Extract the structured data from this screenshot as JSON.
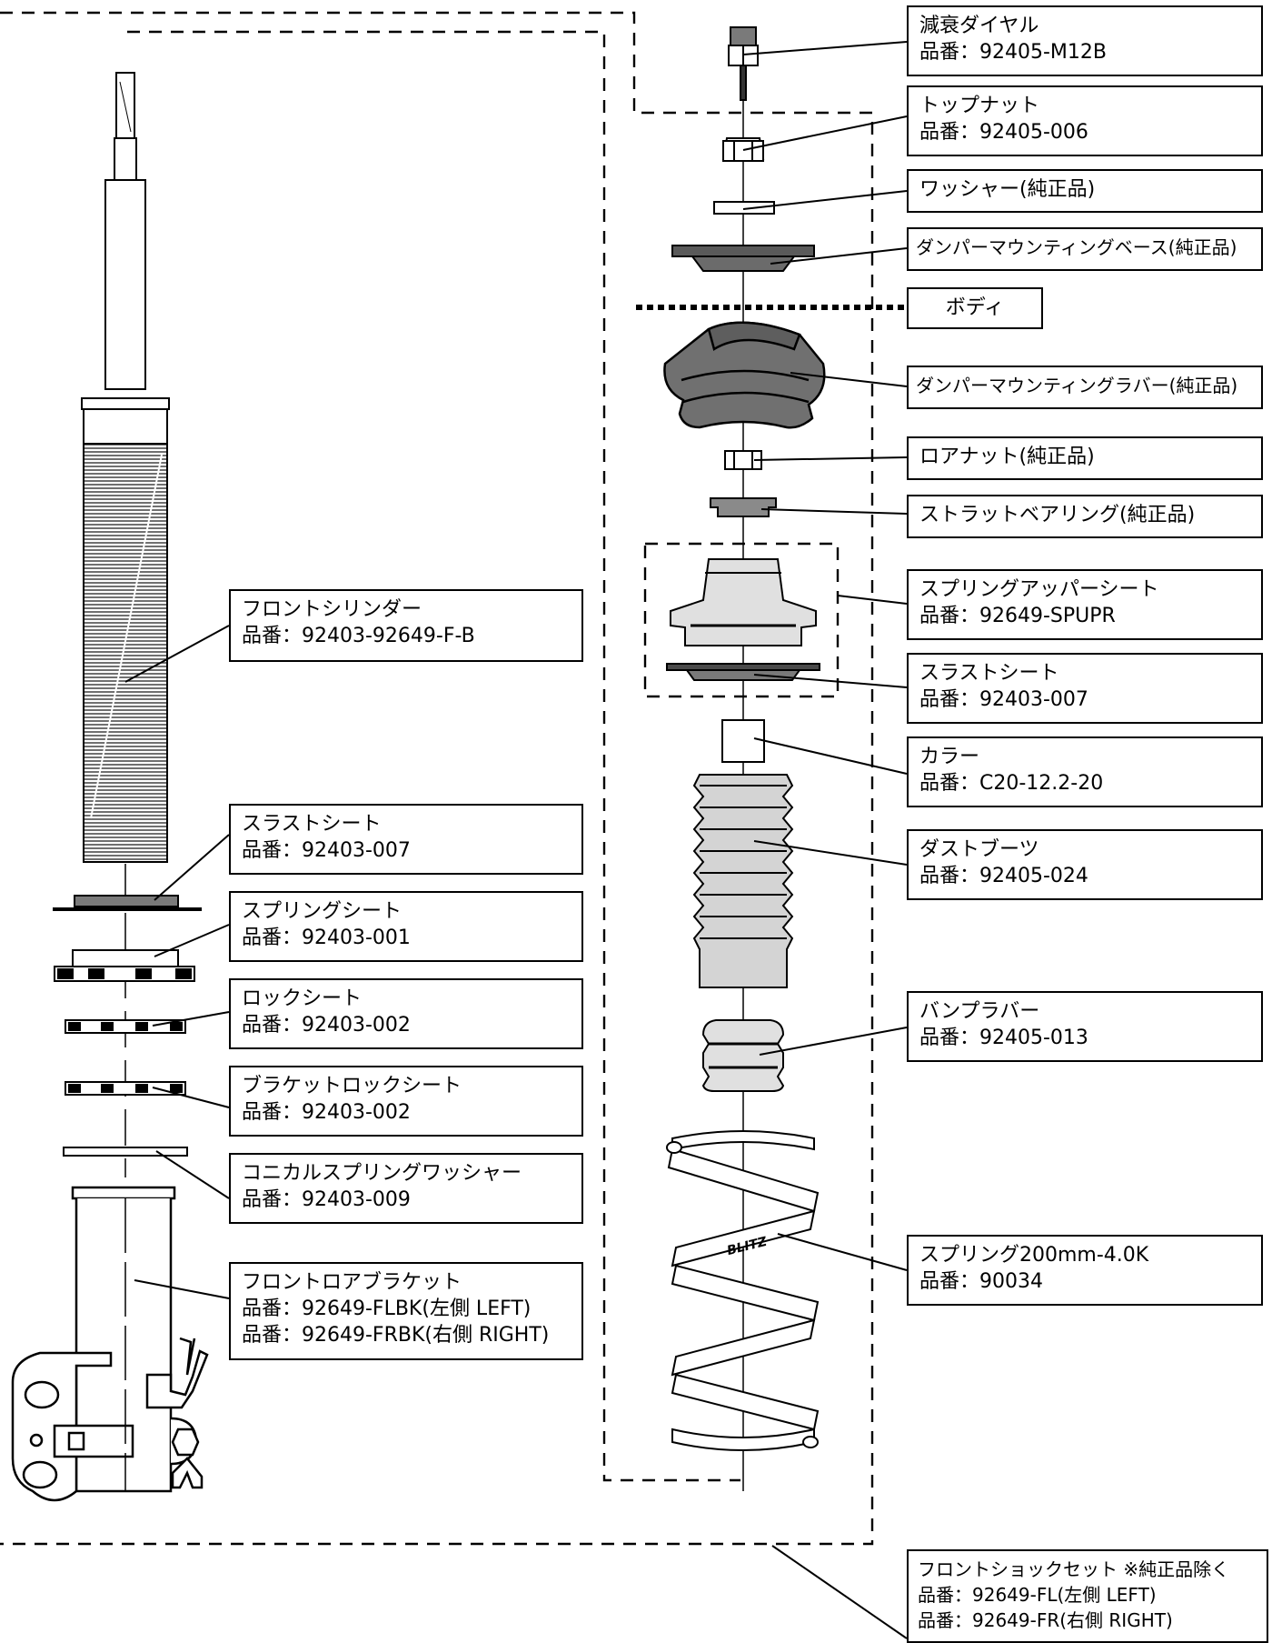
{
  "labels": {
    "damping_dial": {
      "name": "減衰ダイヤル",
      "part": "品番：92405-M12B"
    },
    "top_nut": {
      "name": "トップナット",
      "part": "品番：92405-006"
    },
    "washer": {
      "name": "ワッシャー(純正品)"
    },
    "damper_mount_base": {
      "name": "ダンパーマウンティングベース(純正品)"
    },
    "body": {
      "name": "ボディ"
    },
    "damper_mount_rubber": {
      "name": "ダンパーマウンティングラバー(純正品)"
    },
    "lower_nut": {
      "name": "ロアナット(純正品)"
    },
    "strut_bearing": {
      "name": "ストラットベアリング(純正品)"
    },
    "spring_upper_seat": {
      "name": "スプリングアッパーシート",
      "part": "品番：92649-SPUPR"
    },
    "thrust_seat_upper": {
      "name": "スラストシート",
      "part": "品番：92403-007"
    },
    "collar": {
      "name": "カラー",
      "part": "品番：C20-12.2-20"
    },
    "dust_boots": {
      "name": "ダストブーツ",
      "part": "品番：92405-024"
    },
    "bump_rubber": {
      "name": "バンプラバー",
      "part": "品番：92405-013"
    },
    "spring": {
      "name": "スプリング200mm-4.0K",
      "part": "品番：90034"
    },
    "shock_set": {
      "name": "フロントショックセット ※純正品除く",
      "part_left": "品番：92649-FL(左側 LEFT)",
      "part_right": "品番：92649-FR(右側 RIGHT)"
    },
    "front_cylinder": {
      "name": "フロントシリンダー",
      "part": "品番：92403-92649-F-B"
    },
    "thrust_seat_lower": {
      "name": "スラストシート",
      "part": "品番：92403-007"
    },
    "spring_seat": {
      "name": "スプリングシート",
      "part": "品番：92403-001"
    },
    "lock_seat": {
      "name": "ロックシート",
      "part": "品番：92403-002"
    },
    "bracket_lock_seat": {
      "name": "ブラケットロックシート",
      "part": "品番：92403-002"
    },
    "conical_washer": {
      "name": "コニカルスプリングワッシャー",
      "part": "品番：92403-009"
    },
    "front_lower_bracket": {
      "name": "フロントロアブラケット",
      "part_left": "品番：92649-FLBK(左側 LEFT)",
      "part_right": "品番：92649-FRBK(右側 RIGHT)"
    }
  },
  "spring_logo": "BLITZ",
  "colors": {
    "dark_part": "#6b6b6b",
    "medium_part": "#8a8a8a",
    "light_part": "#e0e0e0",
    "line": "#000000"
  }
}
